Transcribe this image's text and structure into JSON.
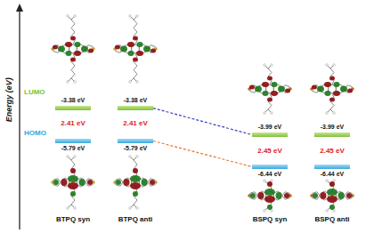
{
  "diagram": {
    "nodes": [
      {
        "text": [
          "-3.38 eV"
        ]
      },
      {
        "text": [
          "-3.38 eV"
        ]
      },
      {
        "text": [
          "-3.99 eV"
        ]
      },
      {
        "text": [
          "-3.99 eV"
        ]
      },
      {
        "text": [
          "-5.79 eV"
        ]
      },
      {
        "text": [
          "-5.79 eV"
        ]
      },
      {
        "text": [
          "-6.44 eV"
        ]
      },
      {
        "text": [
          "-6.44 eV"
        ]
      }
    ],
    "edges": [
      {
        "from": 1,
        "to": 2,
        "arrow": "none"
      },
      {
        "from": 5,
        "to": 6,
        "arrow": "none"
      }
    ],
    "labels": [
      "Energy (eV)",
      "LUMO",
      "HOMO",
      "2.41 eV",
      "2.41 eV",
      "2.45 eV",
      "2.45 eV",
      "BTPQ syn",
      "BTPQ anti",
      "BSPQ syn",
      "BSPQ anti"
    ]
  }
}
